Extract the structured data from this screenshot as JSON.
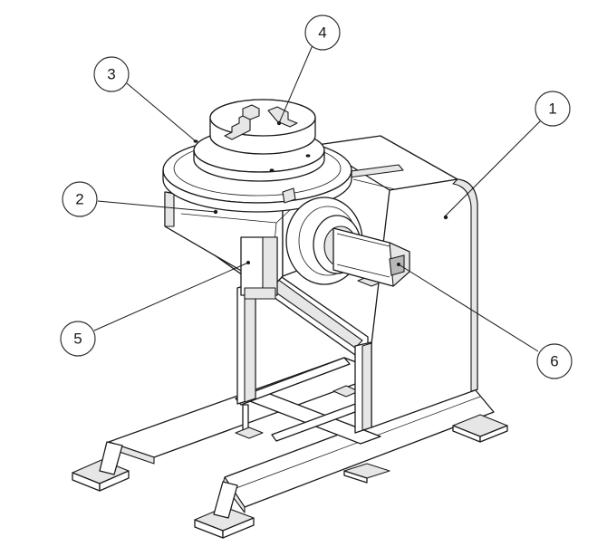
{
  "callouts": [
    {
      "label": "1",
      "part": "frame-side-plate"
    },
    {
      "label": "2",
      "part": "rotary-housing"
    },
    {
      "label": "3",
      "part": "turntable"
    },
    {
      "label": "4",
      "part": "three-jaw-chuck"
    },
    {
      "label": "5",
      "part": "rotation-gear-motor"
    },
    {
      "label": "6",
      "part": "tilt-gear-motor"
    }
  ],
  "colors": {
    "line": "#1a1a1a",
    "shade": "#e6e6e6",
    "background": "#ffffff"
  }
}
